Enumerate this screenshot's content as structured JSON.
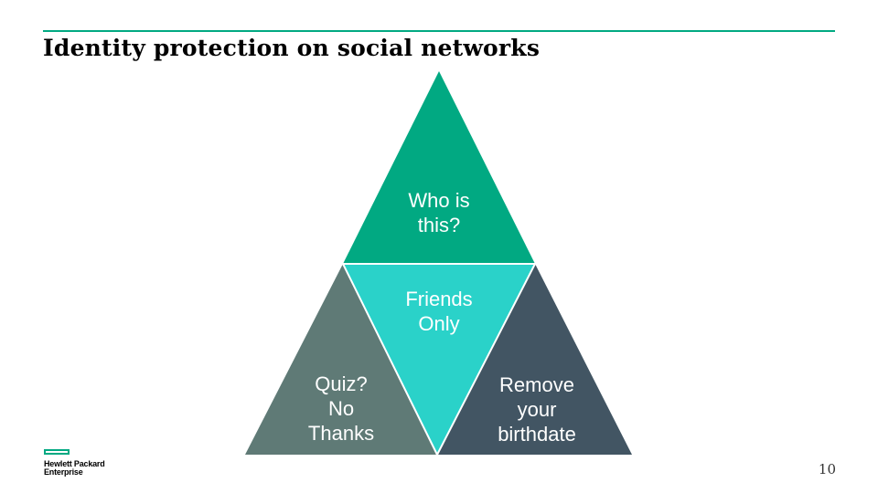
{
  "slide": {
    "title": "Identity protection on social networks",
    "page_number": "10"
  },
  "diagram": {
    "top": {
      "text": "Who is\nthis?",
      "color": "#01a982"
    },
    "middle": {
      "text": "Friends\nOnly",
      "color": "#2ad2c9"
    },
    "left": {
      "text": "Quiz?\nNo\nThanks",
      "color": "#5f7a76"
    },
    "right": {
      "text": "Remove\nyour\nbirthdate",
      "color": "#425563"
    },
    "separator_color": "#ffffff"
  },
  "logo": {
    "line1": "Hewlett Packard",
    "line2": "Enterprise",
    "accent_color": "#01a982"
  }
}
